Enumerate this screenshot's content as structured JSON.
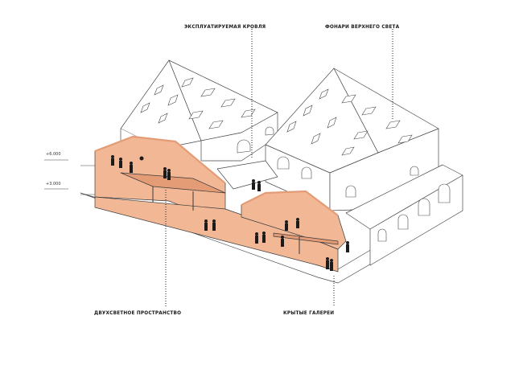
{
  "labels": {
    "roof": "ЭКСПЛУАТИРУЕМАЯ КРОВЛЯ",
    "skylights": "ФОНАРИ ВЕРХНЕГО СВЕТА",
    "double_height": "ДВУХСВЕТНОЕ ПРОСТРАНСТВО",
    "galleries": "КРЫТЫЕ ГАЛЕРЕИ"
  },
  "levels": {
    "upper": "+6.000",
    "lower": "+3.000"
  },
  "colors": {
    "section_fill": "#f2b896",
    "section_dark": "#e49c76",
    "line": "#4a4a4a",
    "figure": "#1b1b1b"
  }
}
